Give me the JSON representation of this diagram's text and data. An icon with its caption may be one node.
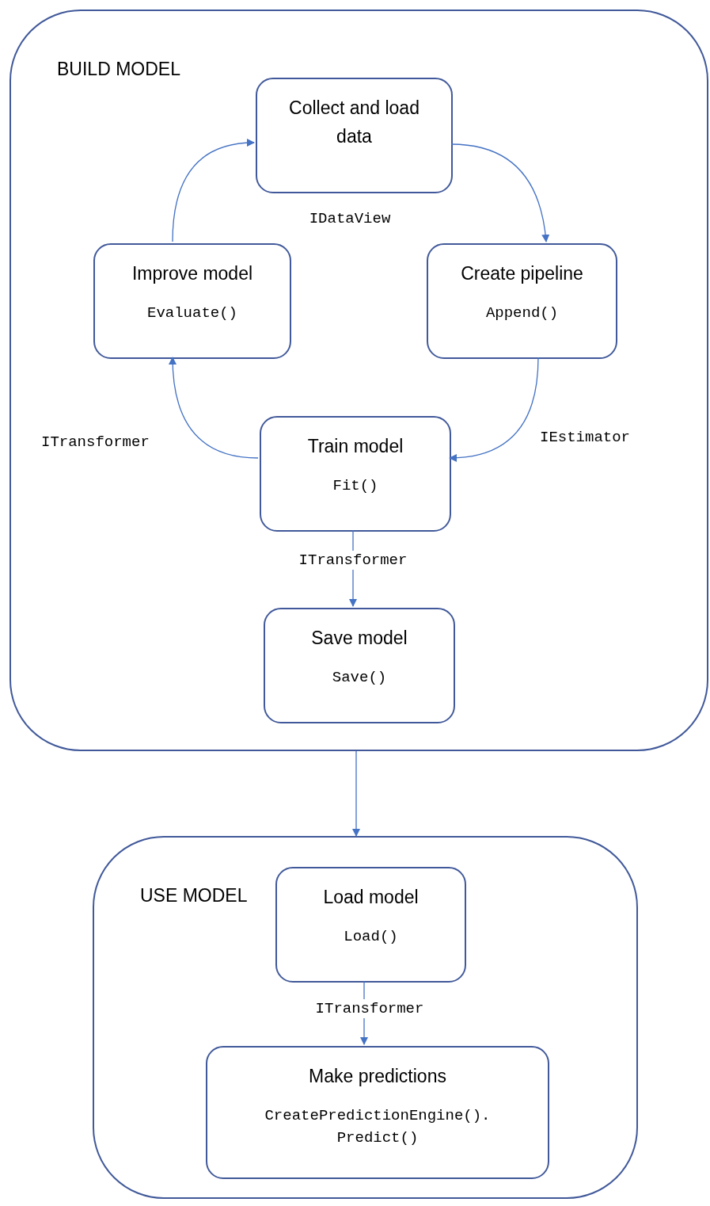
{
  "diagram": {
    "nodes": [
      {
        "text": [
          "BUILD MODEL"
        ]
      },
      {
        "text": [
          "Collect and load data"
        ],
        "in": 0
      },
      {
        "text": [
          "Create pipeline",
          "Append()"
        ],
        "in": 0
      },
      {
        "text": [
          "Train model",
          "Fit()"
        ],
        "in": 0
      },
      {
        "text": [
          "Improve model",
          "Evaluate()"
        ],
        "in": 0
      },
      {
        "text": [
          "Save model",
          "Save()"
        ],
        "in": 0
      },
      {
        "text": [
          "USE MODEL"
        ]
      },
      {
        "text": [
          "Load model",
          "Load()"
        ],
        "in": 6
      },
      {
        "text": [
          "Make predictions",
          "CreatePredictionEngine(). Predict()"
        ],
        "in": 6
      }
    ],
    "edges": [
      {
        "from": 1,
        "to": 2,
        "arrow": "to"
      },
      {
        "from": 2,
        "to": 3,
        "arrow": "to",
        "label": "IEstimator"
      },
      {
        "from": 3,
        "to": 4,
        "arrow": "to",
        "label": "ITransformer"
      },
      {
        "from": 4,
        "to": 1,
        "arrow": "to"
      },
      {
        "from": 3,
        "to": 5,
        "arrow": "to",
        "label": "ITransformer"
      },
      {
        "from": 0,
        "to": 6,
        "arrow": "to"
      },
      {
        "from": 7,
        "to": 8,
        "arrow": "to",
        "label": "ITransformer"
      }
    ],
    "labels": [
      "IDataView"
    ]
  }
}
